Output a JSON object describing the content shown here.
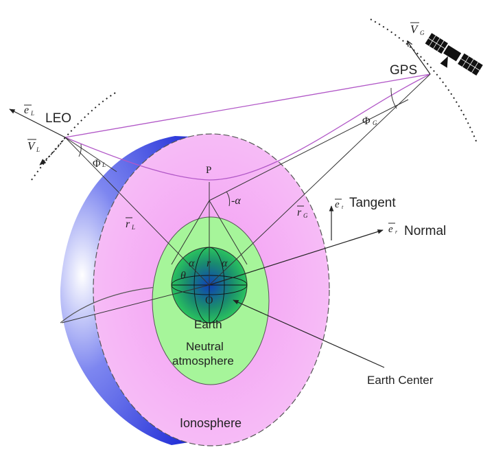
{
  "colors": {
    "ionosphere": "#f7a9f7",
    "ionosphere_edge": "#f2c0f2",
    "side": "#1e2bd6",
    "neutral": "#a6f59a",
    "earth_core": "#0f3fb8",
    "earth_outer": "#2fd25a",
    "ray": "#b157c7",
    "line": "#333333"
  },
  "icons": {
    "satellite": "satellite-icon"
  },
  "labels": {
    "leo": "LEO",
    "gps": "GPS",
    "tangent": "Tangent",
    "normal": "Normal",
    "earth": "Earth",
    "neutral_line1": "Neutral",
    "neutral_line2": "atmosphere",
    "earth_center": "Earth Center",
    "ionosphere": "Ionosphere"
  },
  "symbols": {
    "e_L": "e",
    "e_L_sub": "L",
    "V_L": "V",
    "V_L_sub": "L",
    "V_G": "V",
    "V_G_sub": "G",
    "phi_L": "Φ",
    "phi_L_sub": "L",
    "phi_G": "Φ",
    "phi_G_sub": "G",
    "P": "P",
    "minus_alpha": "-α",
    "r_L": "r",
    "r_L_sub": "L",
    "r_G": "r",
    "r_G_sub": "G",
    "e_t": "e",
    "e_t_sub": "t",
    "e_r": "e",
    "e_r_sub": "r",
    "alpha_left": "α",
    "r": "r",
    "alpha_right": "α",
    "theta": "θ",
    "O": "O"
  }
}
